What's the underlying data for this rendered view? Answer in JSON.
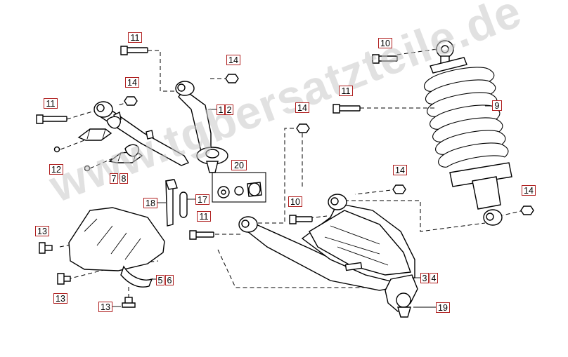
{
  "watermark": "www.tgbersatzteile.de",
  "labels": [
    {
      "id": "11a",
      "text": "11"
    },
    {
      "id": "14a",
      "text": "14"
    },
    {
      "id": "14b",
      "text": "14"
    },
    {
      "id": "11b",
      "text": "11"
    },
    {
      "id": "12a",
      "text": "1"
    },
    {
      "id": "12b",
      "text": "2"
    },
    {
      "id": "12c",
      "text": "12"
    },
    {
      "id": "7",
      "text": "7"
    },
    {
      "id": "8",
      "text": "8"
    },
    {
      "id": "10a",
      "text": "10"
    },
    {
      "id": "9",
      "text": "9"
    },
    {
      "id": "14c",
      "text": "14"
    },
    {
      "id": "11c",
      "text": "11"
    },
    {
      "id": "20",
      "text": "20"
    },
    {
      "id": "14d",
      "text": "14"
    },
    {
      "id": "14e",
      "text": "14"
    },
    {
      "id": "18",
      "text": "18"
    },
    {
      "id": "17",
      "text": "17"
    },
    {
      "id": "10b",
      "text": "10"
    },
    {
      "id": "11d",
      "text": "11"
    },
    {
      "id": "13a",
      "text": "13"
    },
    {
      "id": "5",
      "text": "5"
    },
    {
      "id": "6",
      "text": "6"
    },
    {
      "id": "3",
      "text": "3"
    },
    {
      "id": "4",
      "text": "4"
    },
    {
      "id": "13b",
      "text": "13"
    },
    {
      "id": "13c",
      "text": "13"
    },
    {
      "id": "19",
      "text": "19"
    }
  ]
}
